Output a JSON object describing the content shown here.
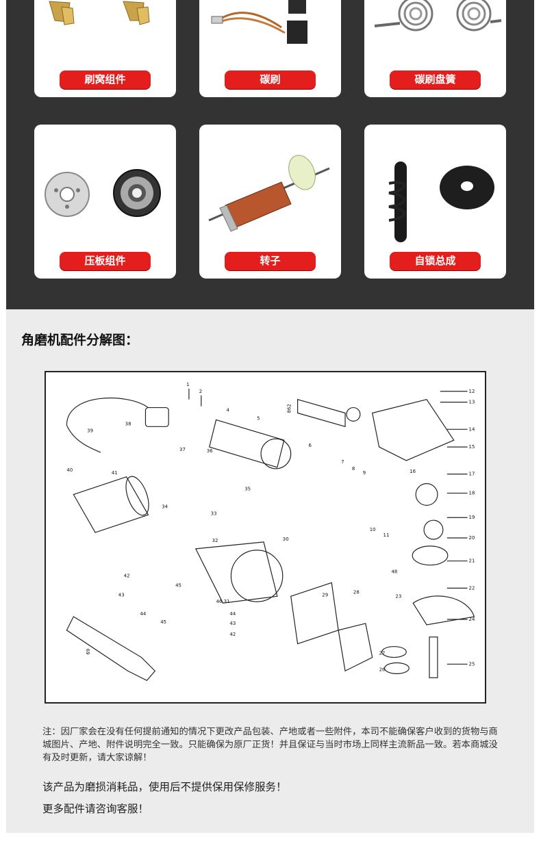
{
  "parts": [
    {
      "label": "刷窝组件",
      "icon": "brush-holder-icon"
    },
    {
      "label": "碳刷",
      "icon": "carbon-brush-icon"
    },
    {
      "label": "碳刷盘簧",
      "icon": "brush-spring-icon"
    },
    {
      "label": "压板组件",
      "icon": "flange-set-icon"
    },
    {
      "label": "转子",
      "icon": "rotor-icon"
    },
    {
      "label": "自锁总成",
      "icon": "spindle-lock-icon"
    }
  ],
  "section": {
    "heading": "角磨机配件分解图："
  },
  "diagram_numbers": [
    "1",
    "2",
    "4",
    "5",
    "862",
    "12",
    "13",
    "14",
    "15",
    "16",
    "17",
    "18",
    "19",
    "20",
    "21",
    "22",
    "23",
    "24",
    "25",
    "26",
    "27",
    "28",
    "29",
    "30",
    "31",
    "32",
    "33",
    "34",
    "35",
    "36",
    "37",
    "38",
    "39",
    "40",
    "41",
    "42",
    "43",
    "44",
    "45",
    "46",
    "48",
    "6",
    "7",
    "8",
    "9",
    "10",
    "11",
    "69"
  ],
  "note": "注：因厂家会在没有任何提前通知的情况下更改产品包装、产地或者一些附件，本司不能确保客户收到的货物与商城图片、产地、附件说明完全一致。只能确保为原厂正货！并且保证与当时市场上同样主流新品一致。若本商城没有及时更新，请大家谅解！",
  "notice1": "该产品为磨损消耗品，使用后不提供保用保修服务！",
  "notice2": "更多配件请咨询客服！",
  "colors": {
    "label_red": "#e41d1d",
    "dark_bg": "#333333",
    "light_bg": "#ececec"
  }
}
